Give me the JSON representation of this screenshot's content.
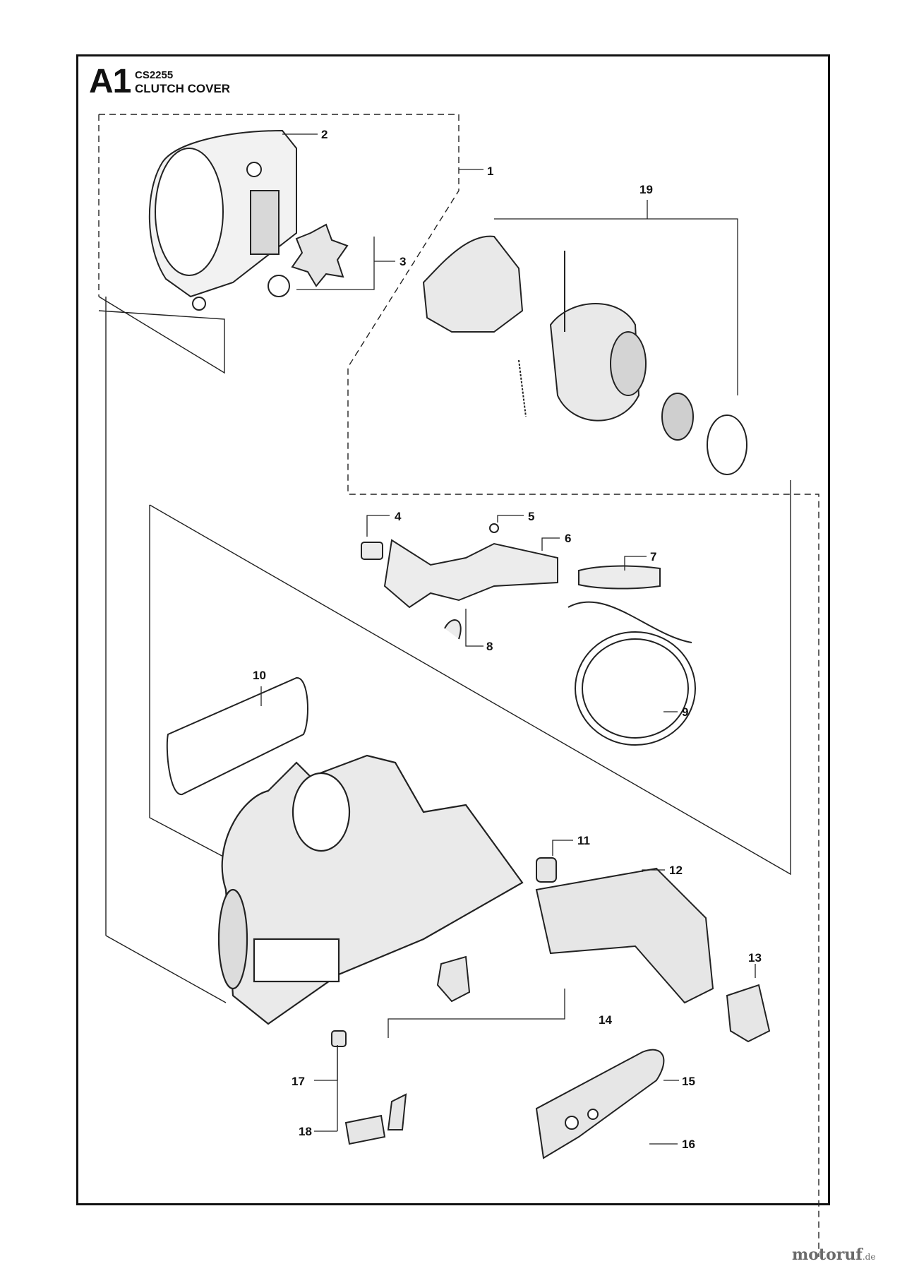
{
  "header": {
    "section": "A1",
    "model": "CS2255",
    "title": "CLUTCH COVER"
  },
  "callouts": [
    {
      "id": "c1",
      "number": "1"
    },
    {
      "id": "c2",
      "number": "2"
    },
    {
      "id": "c3",
      "number": "3"
    },
    {
      "id": "c4",
      "number": "4"
    },
    {
      "id": "c5",
      "number": "5"
    },
    {
      "id": "c6",
      "number": "6"
    },
    {
      "id": "c7",
      "number": "7"
    },
    {
      "id": "c8",
      "number": "8"
    },
    {
      "id": "c9",
      "number": "9"
    },
    {
      "id": "c10",
      "number": "10"
    },
    {
      "id": "c11",
      "number": "11"
    },
    {
      "id": "c12",
      "number": "12"
    },
    {
      "id": "c13",
      "number": "13"
    },
    {
      "id": "c14",
      "number": "14"
    },
    {
      "id": "c15",
      "number": "15"
    },
    {
      "id": "c16",
      "number": "16"
    },
    {
      "id": "c17",
      "number": "17"
    },
    {
      "id": "c18",
      "number": "18"
    },
    {
      "id": "c19",
      "number": "19"
    }
  ],
  "watermark": {
    "brand": "motoruf",
    "tld": ".de"
  }
}
